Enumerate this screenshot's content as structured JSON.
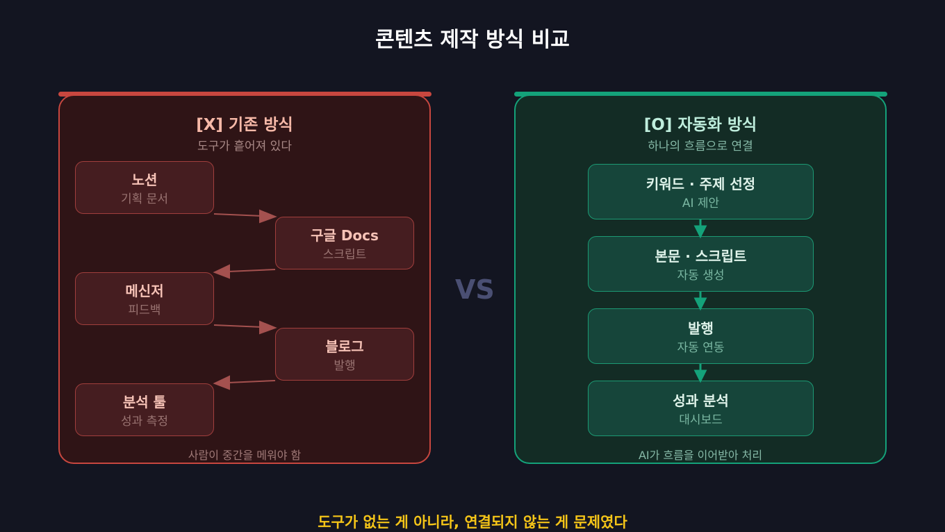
{
  "title": "콘텐츠 제작 방식 비교",
  "vs": "VS",
  "left": {
    "heading": "[X] 기존 방식",
    "subtitle": "도구가 흩어져 있다",
    "footer": "사람이 중간을 메워야 함",
    "color": "#c8473f",
    "steps": [
      {
        "title": "노션",
        "sub": "기획 문서"
      },
      {
        "title": "구글 Docs",
        "sub": "스크립트"
      },
      {
        "title": "메신저",
        "sub": "피드백"
      },
      {
        "title": "블로그",
        "sub": "발행"
      },
      {
        "title": "분석 툴",
        "sub": "성과 측정"
      }
    ]
  },
  "right": {
    "heading": "[O] 자동화 방식",
    "subtitle": "하나의 흐름으로 연결",
    "footer": "AI가 흐름을 이어받아 처리",
    "color": "#14a27a",
    "steps": [
      {
        "title": "키워드 · 주제 선정",
        "sub": "AI 제안"
      },
      {
        "title": "본문 · 스크립트",
        "sub": "자동 생성"
      },
      {
        "title": "발행",
        "sub": "자동 연동"
      },
      {
        "title": "성과 분석",
        "sub": "대시보드"
      }
    ]
  },
  "bottom_caption": "도구가 없는 게 아니라, 연결되지 않는 게 문제였다"
}
